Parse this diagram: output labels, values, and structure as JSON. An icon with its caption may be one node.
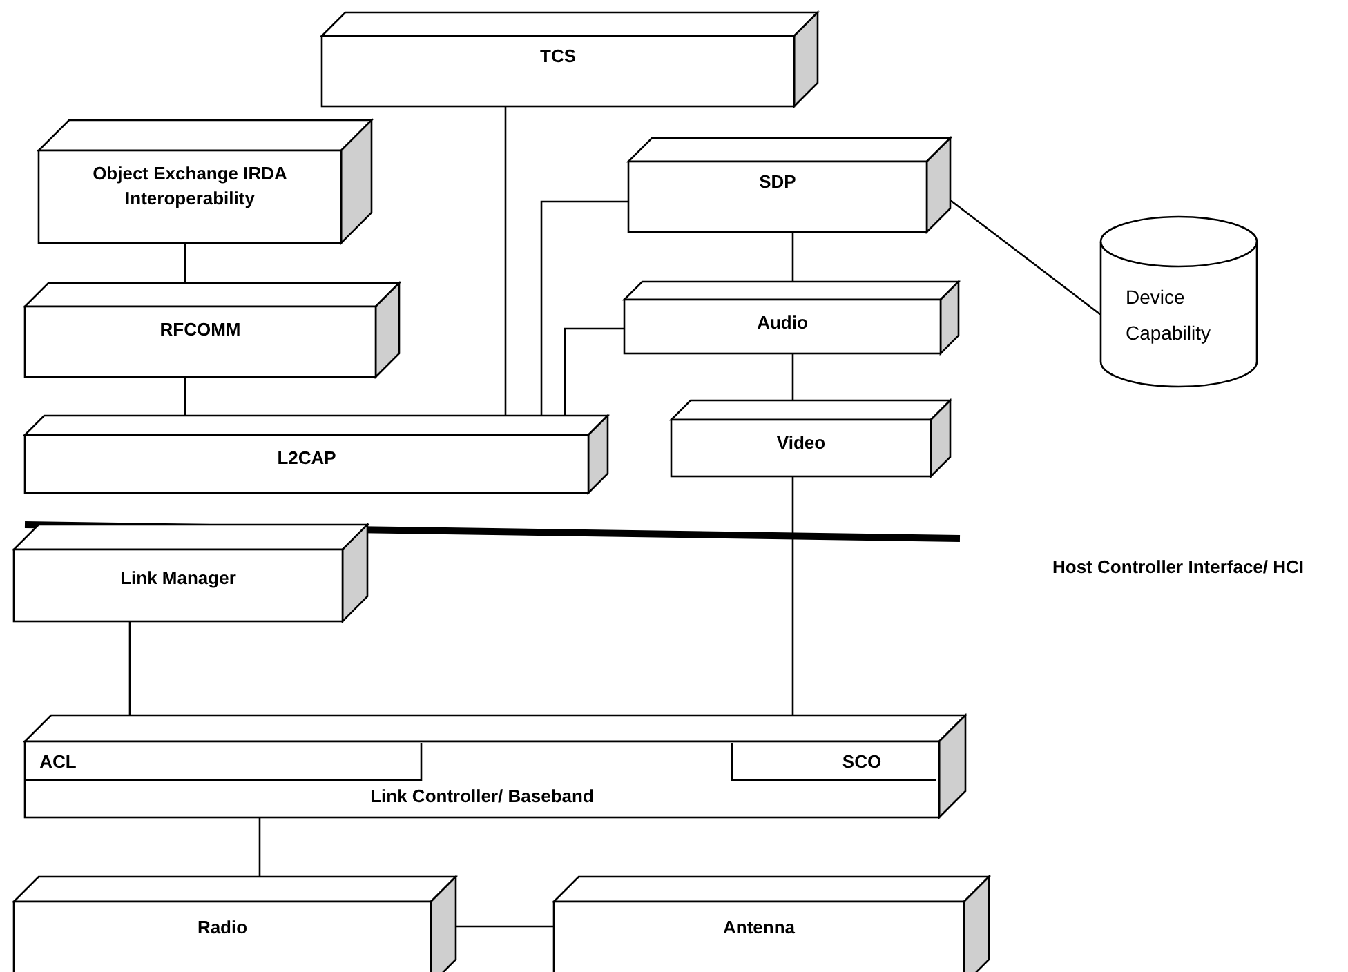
{
  "diagram": {
    "nodes": [
      {
        "text": [
          "TCS"
        ]
      },
      {
        "text": [
          "Object Exchange IRDA Interoperability"
        ]
      },
      {
        "text": [
          "RFCOMM"
        ]
      },
      {
        "text": [
          "L2CAP"
        ]
      },
      {
        "text": [
          "SDP"
        ]
      },
      {
        "text": [
          "Audio"
        ]
      },
      {
        "text": [
          "Video"
        ]
      },
      {
        "text": [
          "Device Capability"
        ]
      },
      {
        "text": [
          "Link Manager"
        ]
      },
      {
        "text": [
          "Link Controller/ Baseband"
        ]
      },
      {
        "text": [
          "ACL"
        ],
        "in": 9
      },
      {
        "text": [
          "SCO"
        ],
        "in": 9
      },
      {
        "text": [
          "Radio"
        ]
      },
      {
        "text": [
          "Antenna"
        ]
      }
    ],
    "edges": [
      {
        "from": 1,
        "to": 2,
        "arrow": "none"
      },
      {
        "from": 0,
        "to": 3,
        "arrow": "none"
      },
      {
        "from": 4,
        "to": 3,
        "arrow": "none"
      },
      {
        "from": 5,
        "to": 3,
        "arrow": "none"
      },
      {
        "from": 2,
        "to": 3,
        "arrow": "none"
      },
      {
        "from": 4,
        "to": 5,
        "arrow": "none"
      },
      {
        "from": 4,
        "to": 7,
        "arrow": "none"
      },
      {
        "from": 5,
        "to": 6,
        "arrow": "none"
      },
      {
        "from": 6,
        "to": 11,
        "arrow": "none"
      },
      {
        "from": 8,
        "to": 10,
        "arrow": "none"
      },
      {
        "from": 9,
        "to": 12,
        "arrow": "none"
      },
      {
        "from": 12,
        "to": 13,
        "arrow": "none"
      }
    ],
    "labels": [
      "Host Controller Interface/ HCI"
    ]
  }
}
